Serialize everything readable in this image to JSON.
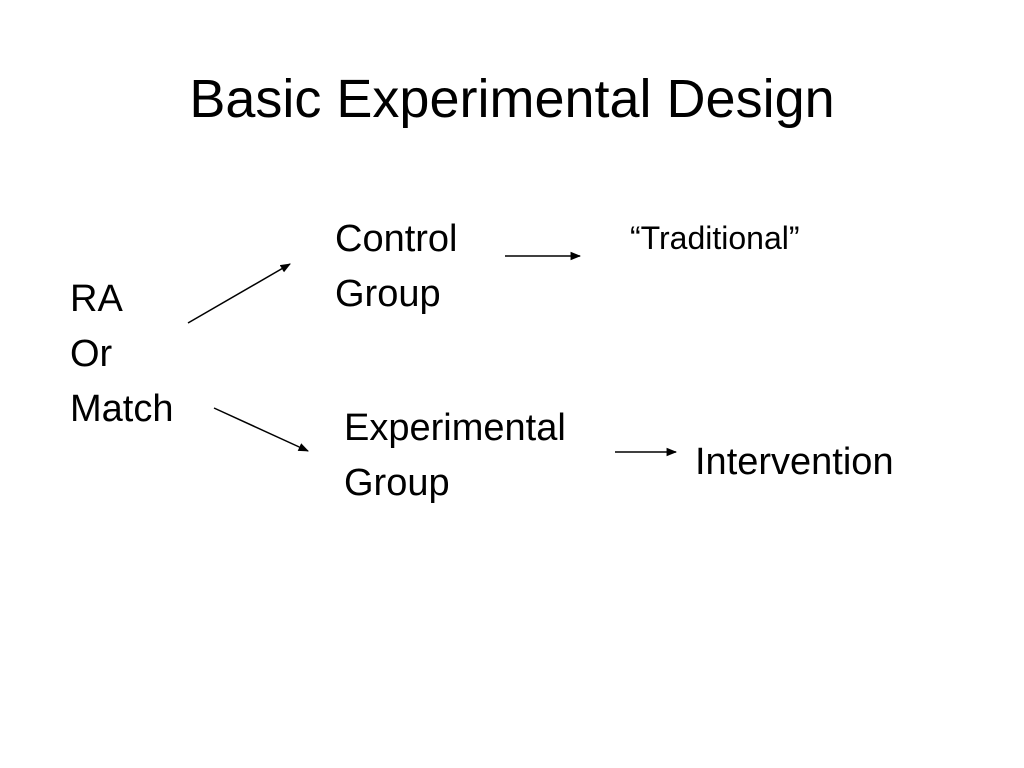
{
  "slide": {
    "title": "Basic Experimental Design"
  },
  "diagram": {
    "assignment": {
      "lines": [
        "RA",
        "Or",
        "Match"
      ]
    },
    "control_group": {
      "lines": [
        "Control",
        "Group"
      ],
      "outcome": "“Traditional”"
    },
    "experimental_group": {
      "lines": [
        "Experimental",
        "Group"
      ],
      "outcome": "Intervention"
    },
    "colors": {
      "text": "#000000",
      "background": "#ffffff",
      "arrow": "#000000"
    }
  }
}
